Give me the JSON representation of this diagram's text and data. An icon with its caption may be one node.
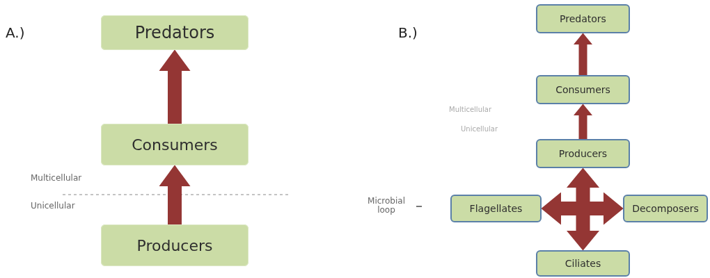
{
  "diagram": {
    "nodes": [
      {
        "text": [
          "Predators"
        ]
      },
      {
        "text": [
          "Consumers"
        ]
      },
      {
        "text": [
          "Producers"
        ]
      },
      {
        "text": [
          "Predators"
        ]
      },
      {
        "text": [
          "Consumers"
        ]
      },
      {
        "text": [
          "Producers"
        ]
      },
      {
        "text": [
          "Flagellates"
        ]
      },
      {
        "text": [
          "Decomposers"
        ]
      },
      {
        "text": [
          "Ciliates"
        ]
      }
    ],
    "edges": [
      {
        "from": 1,
        "to": 0,
        "arrow": "to"
      },
      {
        "from": 2,
        "to": 1,
        "arrow": "to"
      },
      {
        "from": 4,
        "to": 3,
        "arrow": "to"
      },
      {
        "from": 5,
        "to": 4,
        "arrow": "to"
      },
      {
        "from": 6,
        "to": 7,
        "arrow": "both"
      },
      {
        "from": 5,
        "to": 8,
        "arrow": "both"
      }
    ],
    "labels": [
      "A.)",
      "B.)",
      "Multicellular",
      "Unicellular",
      "Multicellular",
      "Unicellular",
      "Microbial loop"
    ]
  }
}
